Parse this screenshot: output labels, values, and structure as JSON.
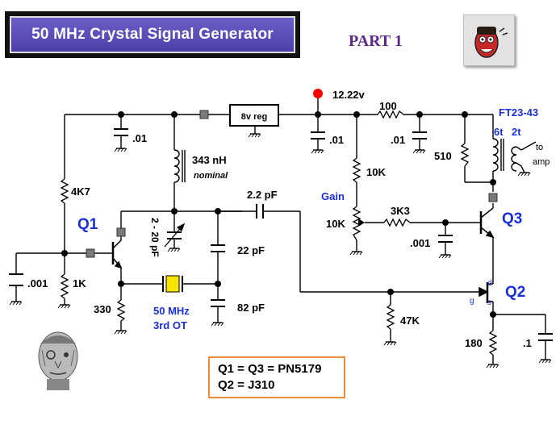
{
  "header": {
    "title": "50 MHz Crystal Signal Generator",
    "part": "PART 1"
  },
  "notes": {
    "line1": "Q1 = Q3 = PN5179",
    "line2": "Q2 = J310"
  },
  "labels": {
    "supply": "12.22v",
    "reg": "8v reg",
    "c_top1": ".01",
    "c_top2": ".01",
    "c_top3": ".01",
    "r_100": "100",
    "transformer": "FT23-43",
    "turns_6t": "6t",
    "turns_2t": "2t",
    "to_amp_1": "to",
    "to_amp_2": "amp",
    "inductor": "343 nH",
    "nominal": "nominal",
    "r_4k7": "4K7",
    "r_10k_top": "10K",
    "r_510": "510",
    "c_2p2": "2.2 pF",
    "gain": "Gain",
    "pot_10k": "10K",
    "r_3k3": "3K3",
    "q1": "Q1",
    "q3": "Q3",
    "q2": "Q2",
    "trimmer": "2 - 20 pF",
    "c_22p": "22 pF",
    "c_82p": "82 pF",
    "c_001_left": ".001",
    "c_001_mid": ".001",
    "r_1k": "1K",
    "r_330": "330",
    "xtal_1": "50 MHz",
    "xtal_2": "3rd OT",
    "r_47k": "47K",
    "r_180": "180",
    "c_1": ".1",
    "pin_d": "d",
    "pin_s": "s",
    "pin_g": "g"
  },
  "colors": {
    "wire": "#000000",
    "ferrite": "#7a7a7a",
    "supply_dot": "#ff0000",
    "blue_text": "#1a2fd6",
    "crystal": "#f5e500",
    "title_bg": "#5046b4",
    "part": "#5b2a86",
    "note_border": "#f28a3c"
  },
  "icons": {
    "logo": "cartoon-mascot-logo",
    "face": "etched-portrait-face"
  }
}
